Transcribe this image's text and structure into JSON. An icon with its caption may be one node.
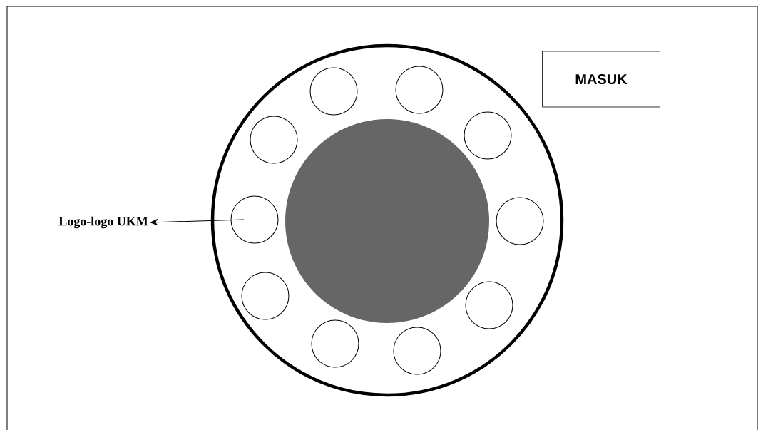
{
  "diagram": {
    "nodes": [
      {
        "text": [],
        "shape": "circle"
      },
      {
        "text": [],
        "shape": "circle",
        "in": 0
      },
      {
        "text": [],
        "shape": "circle",
        "in": 0
      },
      {
        "text": [],
        "shape": "circle",
        "in": 0
      },
      {
        "text": [],
        "shape": "circle",
        "in": 0
      },
      {
        "text": [],
        "shape": "circle",
        "in": 0
      },
      {
        "text": [],
        "shape": "circle",
        "in": 0
      },
      {
        "text": [],
        "shape": "circle",
        "in": 0
      },
      {
        "text": [],
        "shape": "circle",
        "in": 0
      },
      {
        "text": [],
        "shape": "circle",
        "in": 0
      },
      {
        "text": [],
        "shape": "circle",
        "in": 0
      },
      {
        "text": [],
        "shape": "circle",
        "in": 0
      },
      {
        "text": [
          "MASUK"
        ]
      },
      {
        "text": [
          "Logo-logo UKM"
        ]
      }
    ],
    "edges": [
      {
        "from": 5,
        "to": 13,
        "arrow": "to"
      }
    ]
  }
}
